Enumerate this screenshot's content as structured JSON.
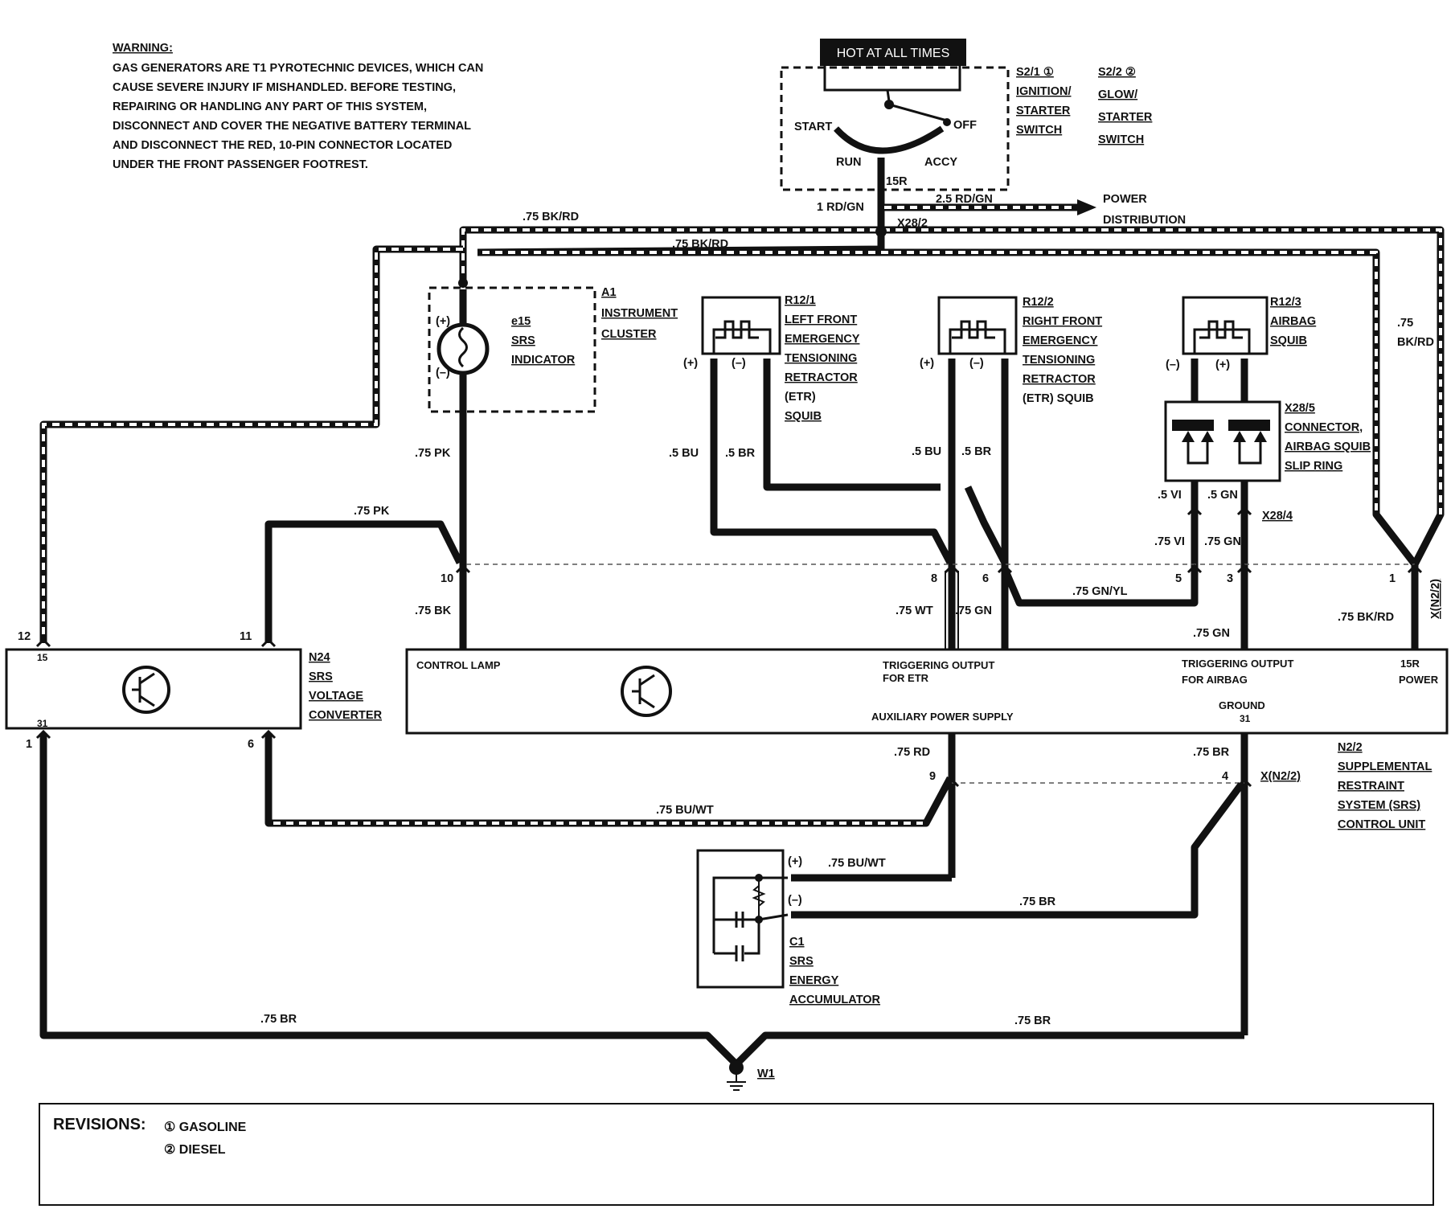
{
  "warning": {
    "title": "WARNING:",
    "lines": [
      "GAS GENERATORS ARE T1 PYROTECHNIC DEVICES, WHICH CAN",
      "CAUSE SEVERE INJURY IF MISHANDLED. BEFORE TESTING,",
      "REPAIRING OR HANDLING ANY PART OF THIS SYSTEM,",
      "DISCONNECT AND COVER THE NEGATIVE BATTERY TERMINAL",
      "AND DISCONNECT THE RED, 10-PIN CONNECTOR LOCATED",
      "UNDER THE FRONT PASSENGER FOOTREST."
    ]
  },
  "switch": {
    "hot_label": "HOT AT ALL TIMES",
    "start": "START",
    "off": "OFF",
    "run": "RUN",
    "accy": "ACCY",
    "terminal": "15R",
    "s21": [
      "S2/1 ①",
      "IGNITION/",
      "STARTER",
      "SWITCH"
    ],
    "s22": [
      "S2/2 ②",
      "GLOW/",
      "STARTER",
      "SWITCH"
    ]
  },
  "power": {
    "wire1": "1 RD/GN",
    "wire2": "2.5 RD/GN",
    "dest": [
      "POWER",
      "DISTRIBUTION"
    ],
    "splice": "X28/2"
  },
  "wires": {
    "bkrd_top": ".75 BK/RD",
    "bkrd_mid": ".75 BK/RD",
    "bkrd_right": [
      ".75",
      "BK/RD"
    ],
    "pk_1": ".75 PK",
    "pk_2": ".75 PK",
    "bk_10": ".75 BK",
    "bu_l": ".5 BU",
    "br_l": ".5 BR",
    "bu_r": ".5 BU",
    "br_r": ".5 BR",
    "vi": ".5 VI",
    "gn": ".5 GN",
    "vi75": ".75 VI",
    "gn75": ".75 GN",
    "wt8": ".75 WT",
    "gn6": ".75 GN",
    "gnyl": ".75 GN/YL",
    "gn3": ".75 GN",
    "bkrd1": ".75 BK/RD",
    "rd9": ".75 RD",
    "br4": ".75 BR",
    "buwt6": ".75 BU/WT",
    "buwt_c1": ".75 BU/WT",
    "br_c1": ".75 BR",
    "br_gnd_l": ".75 BR",
    "br_gnd_r": ".75 BR"
  },
  "a1": {
    "plus": "(+)",
    "minus": "(–)",
    "e15": [
      "e15",
      "SRS",
      "INDICATOR"
    ],
    "label": [
      "A1",
      "INSTRUMENT",
      "CLUSTER"
    ]
  },
  "r121": {
    "plus": "(+)",
    "minus": "(–)",
    "label": [
      "R12/1",
      "LEFT FRONT",
      "EMERGENCY",
      "TENSIONING",
      "RETRACTOR",
      "(ETR)",
      "SQUIB"
    ]
  },
  "r122": {
    "plus": "(+)",
    "minus": "(–)",
    "label": [
      "R12/2",
      "RIGHT FRONT",
      "EMERGENCY",
      "TENSIONING",
      "RETRACTOR",
      "(ETR) SQUIB"
    ]
  },
  "r123": {
    "minus": "(–)",
    "plus": "(+)",
    "label": [
      "R12/3",
      "AIRBAG",
      "SQUIB"
    ]
  },
  "x285": [
    "X28/5",
    "CONNECTOR,",
    "AIRBAG SQUIB",
    "SLIP RING"
  ],
  "x284": "X28/4",
  "pins": {
    "p10": "10",
    "p8": "8",
    "p6": "6",
    "p5": "5",
    "p3": "3",
    "p1": "1",
    "xn22_top": "X(N2/2)",
    "p12": "12",
    "p11": "11",
    "p1b": "1",
    "p6b": "6",
    "p9": "9",
    "p4": "4",
    "xn22_bottom": "X(N2/2)"
  },
  "n24": {
    "t15": "15",
    "t31": "31",
    "label": [
      "N24",
      "SRS",
      "VOLTAGE",
      "CONVERTER"
    ]
  },
  "n22": {
    "control_lamp": "CONTROL LAMP",
    "trig_etr": [
      "TRIGGERING OUTPUT",
      "FOR ETR"
    ],
    "trig_airbag": [
      "TRIGGERING OUTPUT",
      "FOR AIRBAG"
    ],
    "power": [
      "15R",
      "POWER"
    ],
    "aux": "AUXILIARY POWER SUPPLY",
    "ground": [
      "GROUND",
      "31"
    ],
    "label": [
      "N2/2",
      "SUPPLEMENTAL",
      "RESTRAINT",
      "SYSTEM (SRS)",
      "CONTROL UNIT"
    ]
  },
  "c1": {
    "plus": "(+)",
    "minus": "(–)",
    "label": [
      "C1",
      "SRS",
      "ENERGY",
      "ACCUMULATOR"
    ]
  },
  "ground": "W1",
  "revisions": {
    "title": "REVISIONS:",
    "items": [
      "① GASOLINE",
      "② DIESEL"
    ]
  }
}
